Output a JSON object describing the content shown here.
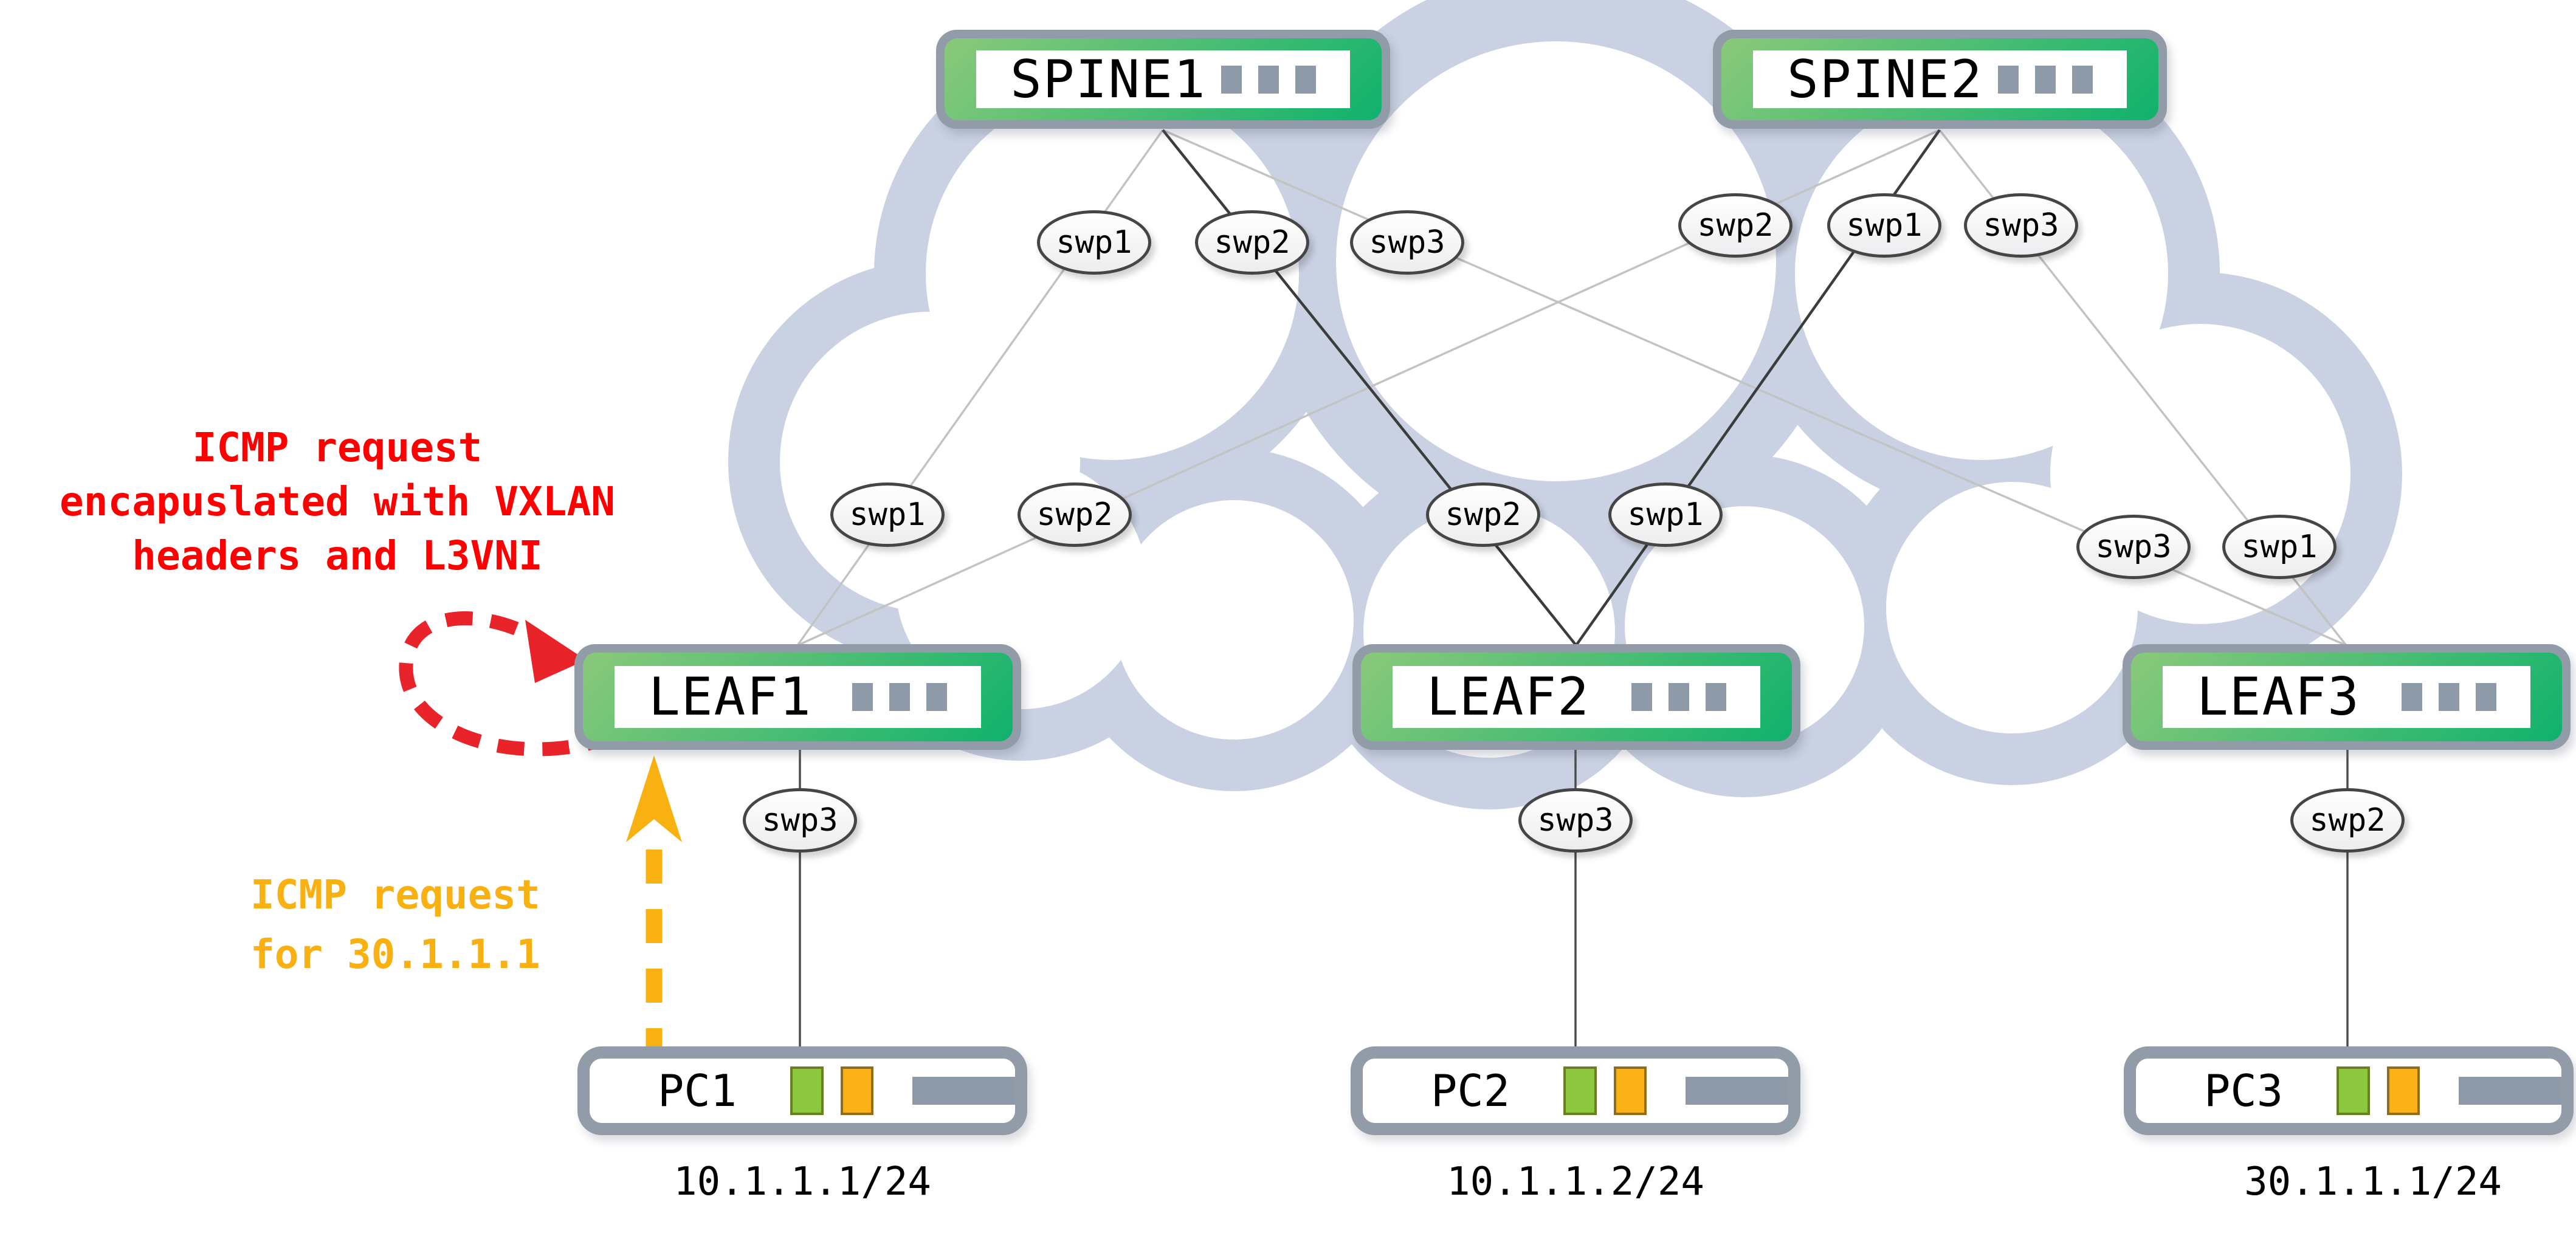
{
  "colors": {
    "cloud": "#c9d1e2",
    "swborder": "#929ca9",
    "grn1": "#8bc97b",
    "grn2": "#0fb26d",
    "linkgray": "#c3c3c3",
    "linkdark": "#3c3c3c",
    "red": "#e8232a",
    "redtext": "#fe0000",
    "yellow": "#f9b011",
    "ledgreen": "#8dc63f",
    "ledamber": "#fbb216",
    "bargray": "#8f9aa9"
  },
  "devices": {
    "spine1": {
      "label": "SPINE1",
      "ports": [
        "swp1",
        "swp2",
        "swp3"
      ]
    },
    "spine2": {
      "label": "SPINE2",
      "ports": [
        "swp2",
        "swp1",
        "swp3"
      ]
    },
    "leaf1": {
      "label": "LEAF1",
      "uplink_ports": [
        "swp1",
        "swp2"
      ],
      "host_port": "swp3"
    },
    "leaf2": {
      "label": "LEAF2",
      "uplink_ports": [
        "swp2",
        "swp1"
      ],
      "host_port": "swp3"
    },
    "leaf3": {
      "label": "LEAF3",
      "uplink_ports": [
        "swp3",
        "swp1"
      ],
      "host_port": "swp2"
    },
    "pc1": {
      "label": "PC1",
      "ip": "10.1.1.1/24"
    },
    "pc2": {
      "label": "PC2",
      "ip": "10.1.1.2/24"
    },
    "pc3": {
      "label": "PC3",
      "ip": "30.1.1.1/24"
    }
  },
  "annotations": {
    "vxlan_note": {
      "line1": "ICMP request",
      "line2": "encapuslated with VXLAN",
      "line3": "headers and L3VNI"
    },
    "icmp_note": {
      "line1": "ICMP request",
      "line2": "for 30.1.1.1"
    }
  }
}
